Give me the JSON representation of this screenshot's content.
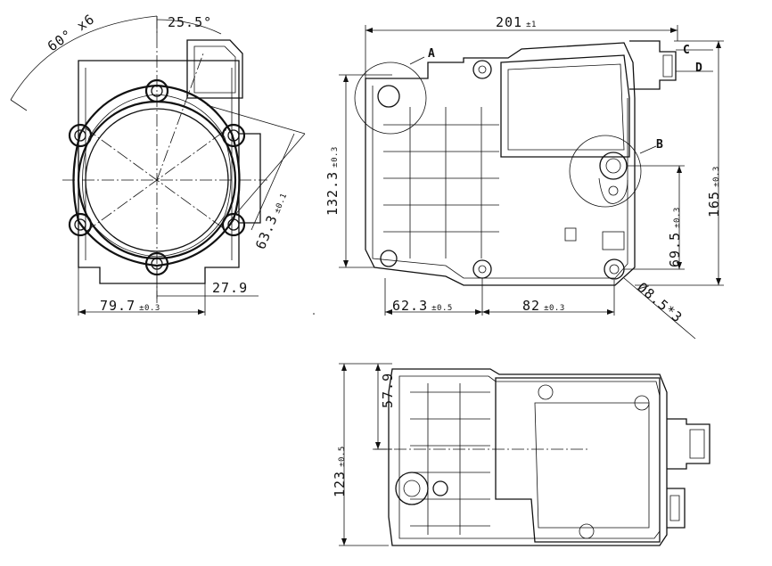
{
  "dims": {
    "angle_holes": "60° x6",
    "angle_offset": "25.5°",
    "bolt_circle": "63.3",
    "bolt_circle_tol": "±0.1",
    "bottom_left_width": "79.7",
    "bottom_left_width_tol": "±0.3",
    "offset_27": "27.9",
    "overall_length": "201",
    "overall_length_tol": "±1",
    "height_132": "132.3",
    "height_132_tol": "±0.3",
    "height_165": "165",
    "height_165_tol": "±0.3",
    "height_69": "69.5",
    "height_69_tol": "±0.3",
    "len_62": "62.3",
    "len_62_tol": "±0.5",
    "len_82": "82",
    "len_82_tol": "±0.3",
    "hole_dia": "Ø8.5*3",
    "width_123": "123",
    "width_123_tol": "±0.5",
    "depth_57": "57.9"
  },
  "labels": {
    "detail_a": "A",
    "detail_b": "B",
    "port_c": "C",
    "port_d": "D"
  }
}
